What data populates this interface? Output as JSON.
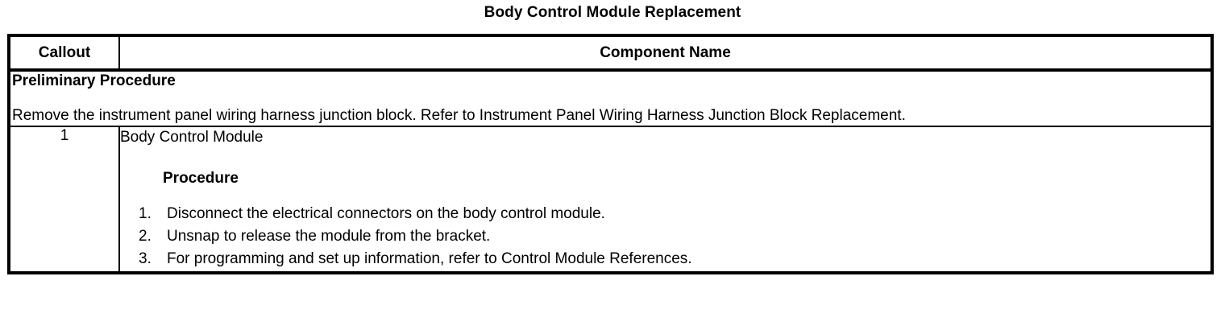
{
  "document": {
    "title": "Body Control Module Replacement"
  },
  "table": {
    "headers": {
      "callout": "Callout",
      "component_name": "Component Name"
    },
    "preliminary": {
      "heading": "Preliminary Procedure",
      "text": "Remove the instrument panel wiring harness junction block. Refer to Instrument Panel Wiring Harness Junction Block Replacement."
    },
    "rows": [
      {
        "callout": "1",
        "component_name": "Body Control Module",
        "procedure_label": "Procedure",
        "steps": [
          {
            "number": "1.",
            "text": "Disconnect the electrical connectors on the body control module."
          },
          {
            "number": "2.",
            "text": "Unsnap to release the module from the bracket."
          },
          {
            "number": "3.",
            "text": "For programming and set up information, refer to Control Module References."
          }
        ]
      }
    ]
  },
  "colors": {
    "border": "#000000",
    "text": "#000000",
    "background": "#ffffff"
  }
}
